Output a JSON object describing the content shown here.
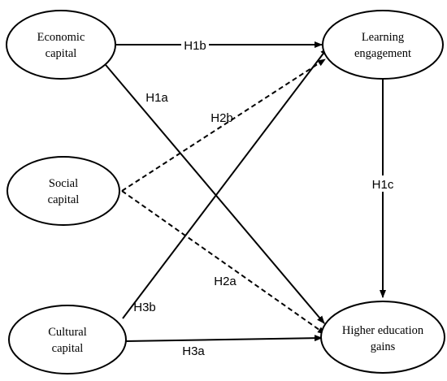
{
  "nodes": {
    "economic": {
      "line1": "Economic",
      "line2": "capital"
    },
    "social": {
      "line1": "Social",
      "line2": "capital"
    },
    "cultural": {
      "line1": "Cultural",
      "line2": "capital"
    },
    "learning": {
      "line1": "Learning",
      "line2": "engagement"
    },
    "higher": {
      "line1": "Higher education",
      "line2": "gains"
    }
  },
  "edges": {
    "h1a": {
      "label": "H1a",
      "from": "Economic capital",
      "to": "Higher education gains",
      "style": "solid"
    },
    "h1b": {
      "label": "H1b",
      "from": "Economic capital",
      "to": "Learning engagement",
      "style": "solid"
    },
    "h1c": {
      "label": "H1c",
      "from": "Learning engagement",
      "to": "Higher education gains",
      "style": "solid"
    },
    "h2a": {
      "label": "H2a",
      "from": "Social capital",
      "to": "Higher education gains",
      "style": "dashed"
    },
    "h2b": {
      "label": "H2b",
      "from": "Social capital",
      "to": "Learning engagement",
      "style": "dashed"
    },
    "h3a": {
      "label": "H3a",
      "from": "Cultural capital",
      "to": "Higher education gains",
      "style": "solid"
    },
    "h3b": {
      "label": "H3b",
      "from": "Cultural capital",
      "to": "Learning engagement",
      "style": "solid"
    }
  }
}
